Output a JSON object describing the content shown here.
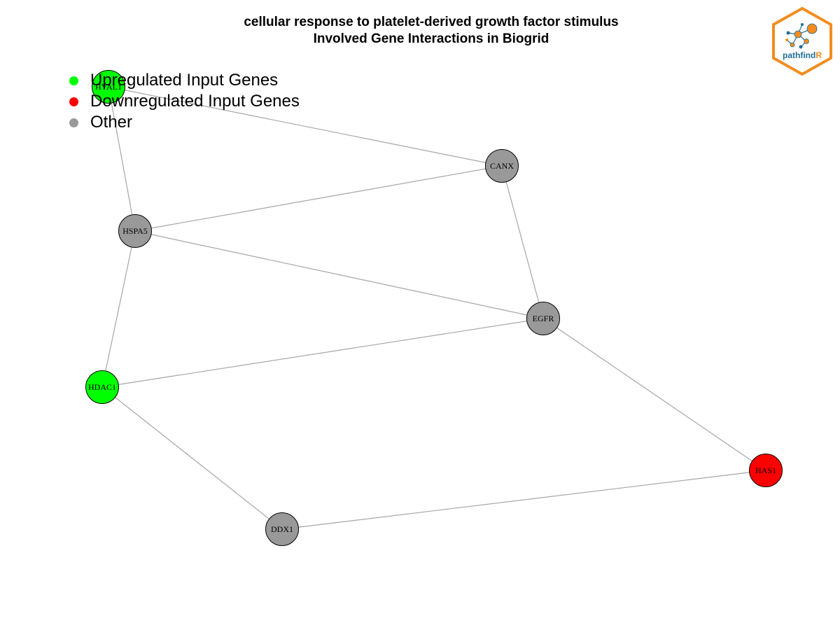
{
  "title": {
    "line1": "cellular response to platelet-derived growth factor stimulus",
    "line2": "Involved Gene Interactions in Biogrid"
  },
  "legend": [
    {
      "label": "Upregulated Input Genes",
      "color": "#00FF00"
    },
    {
      "label": "Downregulated Input Genes",
      "color": "#FF0000"
    },
    {
      "label": "Other",
      "color": "#999999"
    }
  ],
  "logo": {
    "text_main": "pathfind",
    "text_accent": "R"
  },
  "network": {
    "nodes": [
      {
        "id": "HYAL1",
        "label": "HYAL1",
        "category": "up"
      },
      {
        "id": "CANX",
        "label": "CANX",
        "category": "other"
      },
      {
        "id": "HSPA5",
        "label": "HSPA5",
        "category": "other"
      },
      {
        "id": "EGFR",
        "label": "EGFR",
        "category": "other"
      },
      {
        "id": "HDAC1",
        "label": "HDAC1",
        "category": "up"
      },
      {
        "id": "HAS1",
        "label": "HAS1",
        "category": "down"
      },
      {
        "id": "DDX1",
        "label": "DDX1",
        "category": "other"
      }
    ],
    "edges": [
      [
        "HYAL1",
        "CANX"
      ],
      [
        "HYAL1",
        "HSPA5"
      ],
      [
        "CANX",
        "HSPA5"
      ],
      [
        "CANX",
        "EGFR"
      ],
      [
        "HSPA5",
        "EGFR"
      ],
      [
        "HSPA5",
        "HDAC1"
      ],
      [
        "EGFR",
        "HDAC1"
      ],
      [
        "EGFR",
        "HAS1"
      ],
      [
        "HDAC1",
        "DDX1"
      ],
      [
        "HAS1",
        "DDX1"
      ]
    ]
  },
  "colors": {
    "up": "#00FF00",
    "down": "#FF0000",
    "other": "#999999",
    "edge": "#A6A6A6",
    "logo_orange": "#F28C1E",
    "logo_blue": "#1F6E96"
  }
}
